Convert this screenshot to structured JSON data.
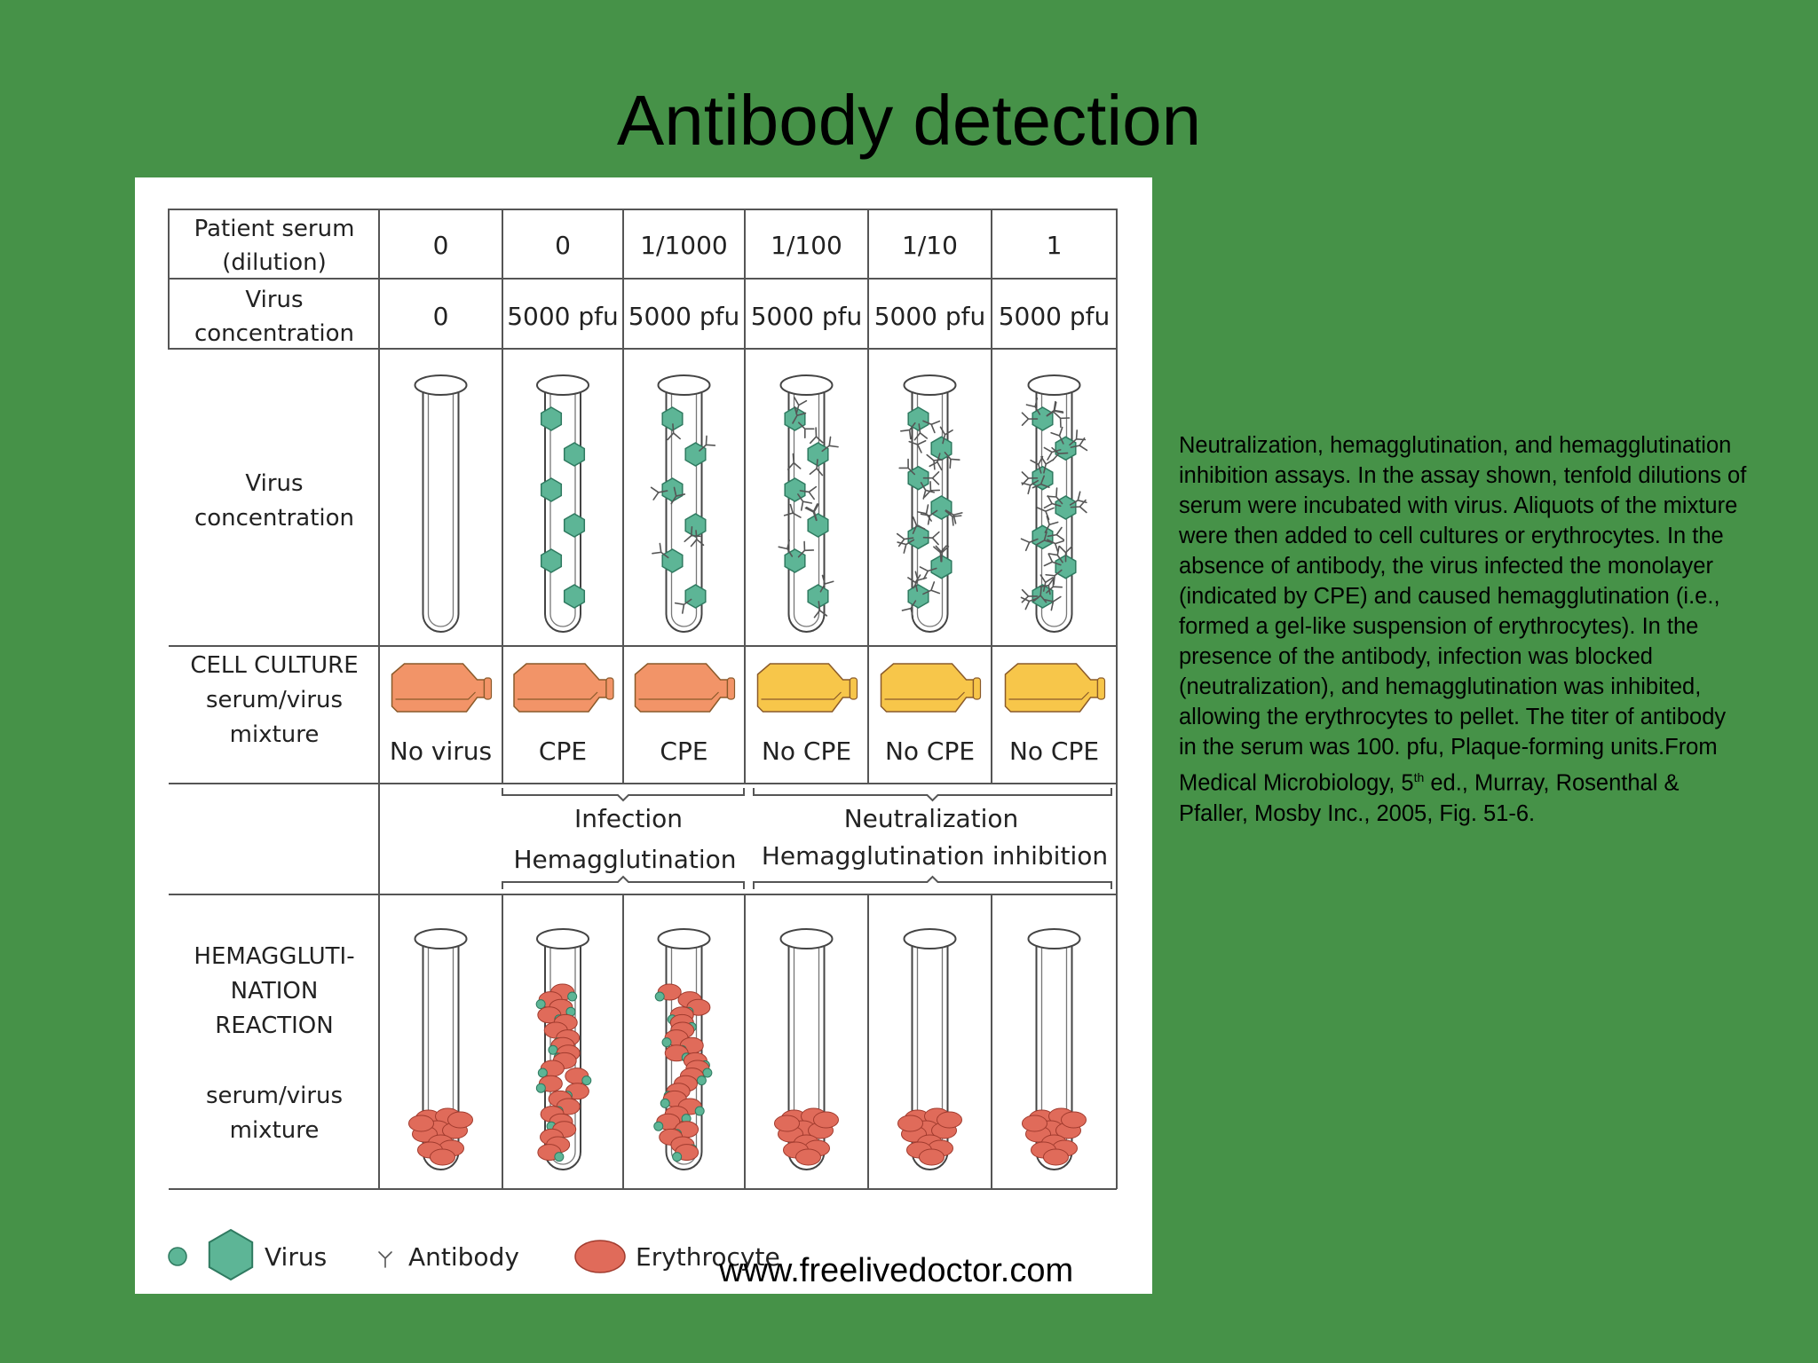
{
  "slide": {
    "title": "Antibody detection"
  },
  "table": {
    "row_headers": {
      "serum": [
        "Patient serum",
        "(dilution)"
      ],
      "virus_conc": [
        "Virus",
        "concentration"
      ],
      "tube_row": [
        "Virus",
        "concentration"
      ],
      "cell_culture": [
        "CELL CULTURE",
        "serum/virus",
        "mixture"
      ],
      "hemagglutination": [
        "HEMAGGLUTI-",
        "NATION",
        "REACTION"
      ],
      "hemagglutination_sub": [
        "serum/virus",
        "mixture"
      ]
    },
    "columns": [
      {
        "serum": "0",
        "virus": "0",
        "culture_result": "No virus",
        "culture_color": "#F29468",
        "virus_count": 0,
        "antibody_level": 0,
        "agglutinated": false
      },
      {
        "serum": "0",
        "virus": "5000 pfu",
        "culture_result": "CPE",
        "culture_color": "#F29468",
        "virus_count": 6,
        "antibody_level": 0,
        "agglutinated": true
      },
      {
        "serum": "1/1000",
        "virus": "5000 pfu",
        "culture_result": "CPE",
        "culture_color": "#F29468",
        "virus_count": 6,
        "antibody_level": 1,
        "agglutinated": true
      },
      {
        "serum": "1/100",
        "virus": "5000 pfu",
        "culture_result": "No CPE",
        "culture_color": "#F7C64A",
        "virus_count": 6,
        "antibody_level": 2,
        "agglutinated": false
      },
      {
        "serum": "1/10",
        "virus": "5000 pfu",
        "culture_result": "No CPE",
        "culture_color": "#F7C64A",
        "virus_count": 7,
        "antibody_level": 3,
        "agglutinated": false
      },
      {
        "serum": "1",
        "virus": "5000 pfu",
        "culture_result": "No CPE",
        "culture_color": "#F7C64A",
        "virus_count": 7,
        "antibody_level": 4,
        "agglutinated": false
      }
    ],
    "groups": {
      "left_1": "Infection",
      "left_2": "Hemagglutination",
      "right_1": "Neutralization",
      "right_2": "Hemagglutination inhibition"
    }
  },
  "legend": {
    "virus": "Virus",
    "antibody": "Antibody",
    "erythrocyte": "Erythrocyte"
  },
  "colors": {
    "virus": "#5DB596",
    "erythrocyte": "#E06B5A",
    "background": "#469248"
  },
  "caption": {
    "text_before_sup": "Neutralization, hemagglutination, and hemagglutination inhibition assays. In the assay shown, tenfold dilutions of serum were incubated with virus. Aliquots of the mixture were then added to cell cultures or erythrocytes. In the absence of antibody, the virus infected the monolayer (indicated by CPE) and caused hemagglutination (i.e., formed a gel-like suspension of erythrocytes). In the presence of the antibody, infection was blocked (neutralization), and hemagglutination was inhibited, allowing the erythrocytes to pellet. The titer of antibody in the serum was 100. pfu, Plaque-forming units.From Medical Microbiology, 5",
    "sup": "th",
    "text_after_sup": " ed., Murray, Rosenthal & Pfaller, Mosby Inc., 2005, Fig. 51-6."
  },
  "watermark": "www.freelivedoctor.com"
}
